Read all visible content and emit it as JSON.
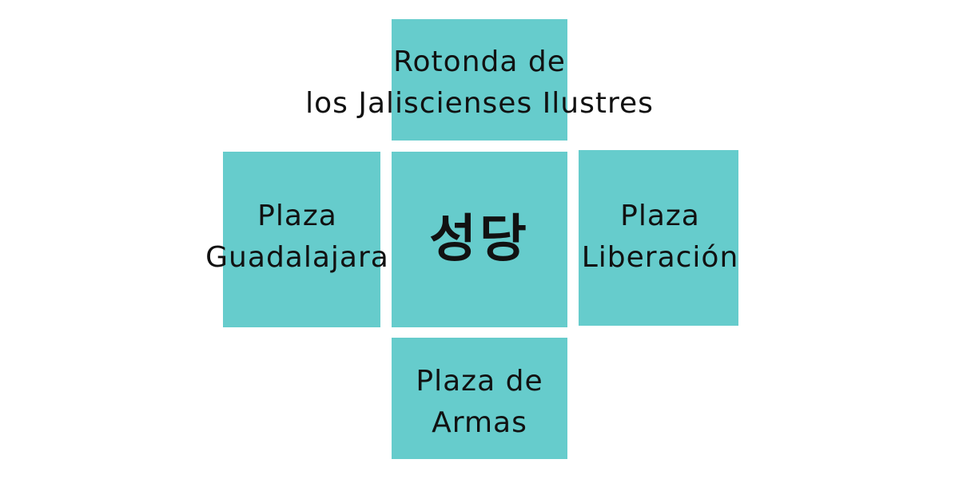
{
  "colors": {
    "tile": "#66cccc",
    "text": "#111111",
    "background": "#ffffff"
  },
  "north": {
    "line1": "Rotonda de",
    "line2": "los Jaliscienses Ilustres"
  },
  "west": {
    "line1": "Plaza",
    "line2": "Guadalajara"
  },
  "center": {
    "label": "성당"
  },
  "east": {
    "line1": "Plaza",
    "line2": "Liberación"
  },
  "south": {
    "line1": "Plaza de",
    "line2": "Armas"
  }
}
